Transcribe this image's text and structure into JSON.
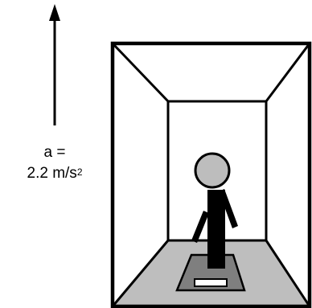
{
  "acceleration": {
    "prefix": "a =",
    "value": "2.2 m/s",
    "exponent": "2",
    "direction": "up"
  },
  "colors": {
    "line": "#000000",
    "floor": "#bebebe",
    "scale": "#7f7f7f",
    "scale_display": "#ffffff",
    "person": "#bdbdbd",
    "background": "#ffffff"
  }
}
